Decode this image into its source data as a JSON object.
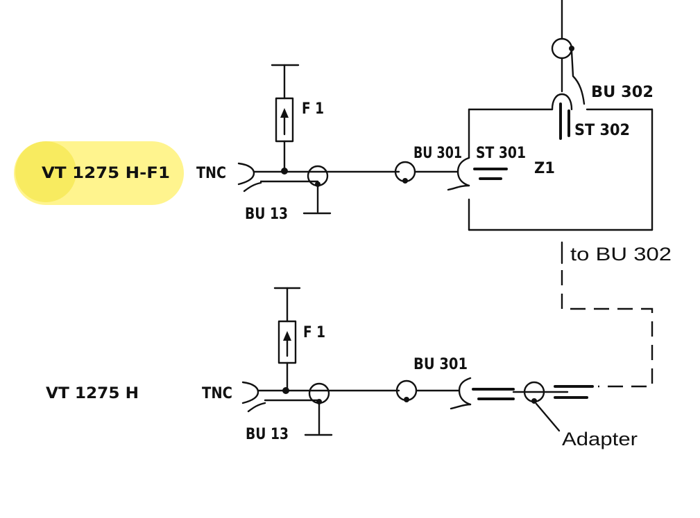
{
  "colors": {
    "highlight": "#FFF27A",
    "ink": "#111111",
    "background": "#FFFFFF"
  },
  "top": {
    "device_label": "VT 1275 H-F1",
    "connector_type": "TNC",
    "socket_label": "BU 13",
    "filter_label": "F 1",
    "bu301_label": "BU 301",
    "st301_label": "ST 301",
    "z1_label": "Z1",
    "bu302_label": "BU 302",
    "st302_label": "ST 302"
  },
  "link_label": "to BU 302",
  "bottom": {
    "device_label": "VT 1275 H",
    "connector_type": "TNC",
    "socket_label": "BU 13",
    "filter_label": "F 1",
    "bu301_label": "BU 301",
    "adapter_label": "Adapter"
  }
}
